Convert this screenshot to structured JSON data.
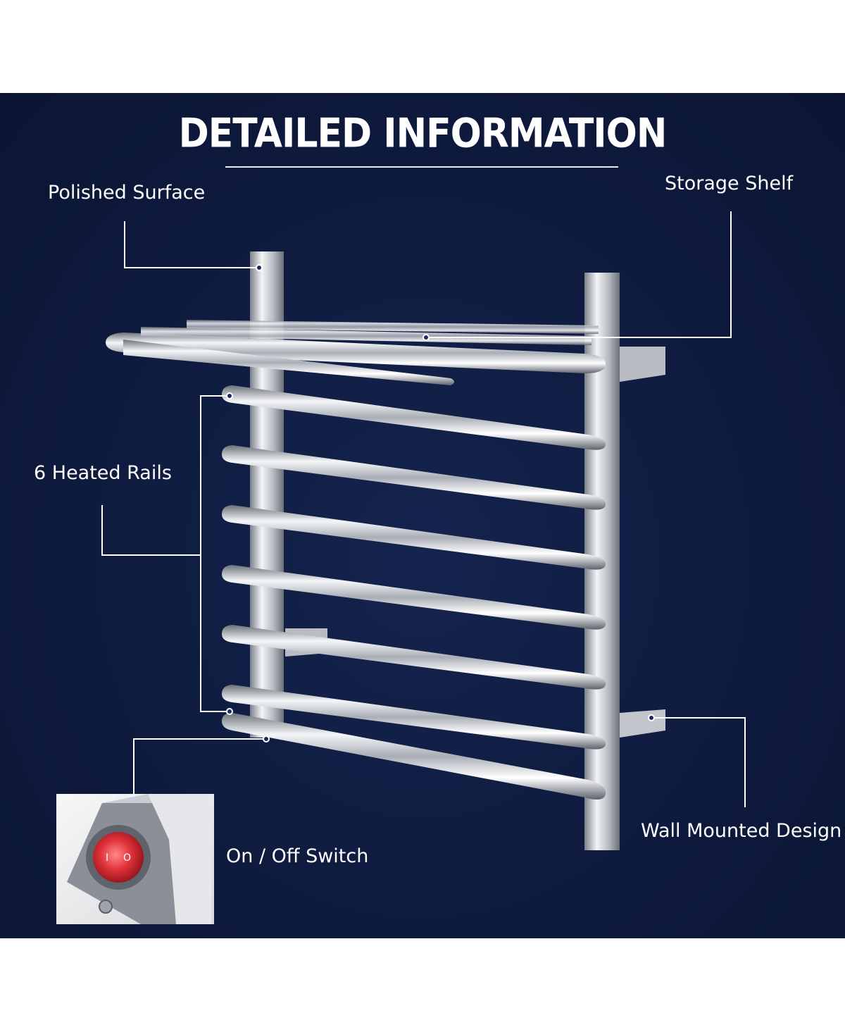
{
  "title": "DETAILED INFORMATION",
  "labels": {
    "polished_surface": "Polished Surface",
    "storage_shelf": "Storage Shelf",
    "heated_rails": "6 Heated Rails",
    "wall_mounted": "Wall Mounted Design",
    "on_off_switch": "On / Off Switch"
  },
  "colors": {
    "background": "#0e1a3d",
    "text": "#ffffff",
    "chrome": "#c9ccd2",
    "switch": "#e0323a"
  },
  "icons": {
    "product": "towel-warmer-illustration",
    "inset": "rocker-switch-closeup"
  }
}
